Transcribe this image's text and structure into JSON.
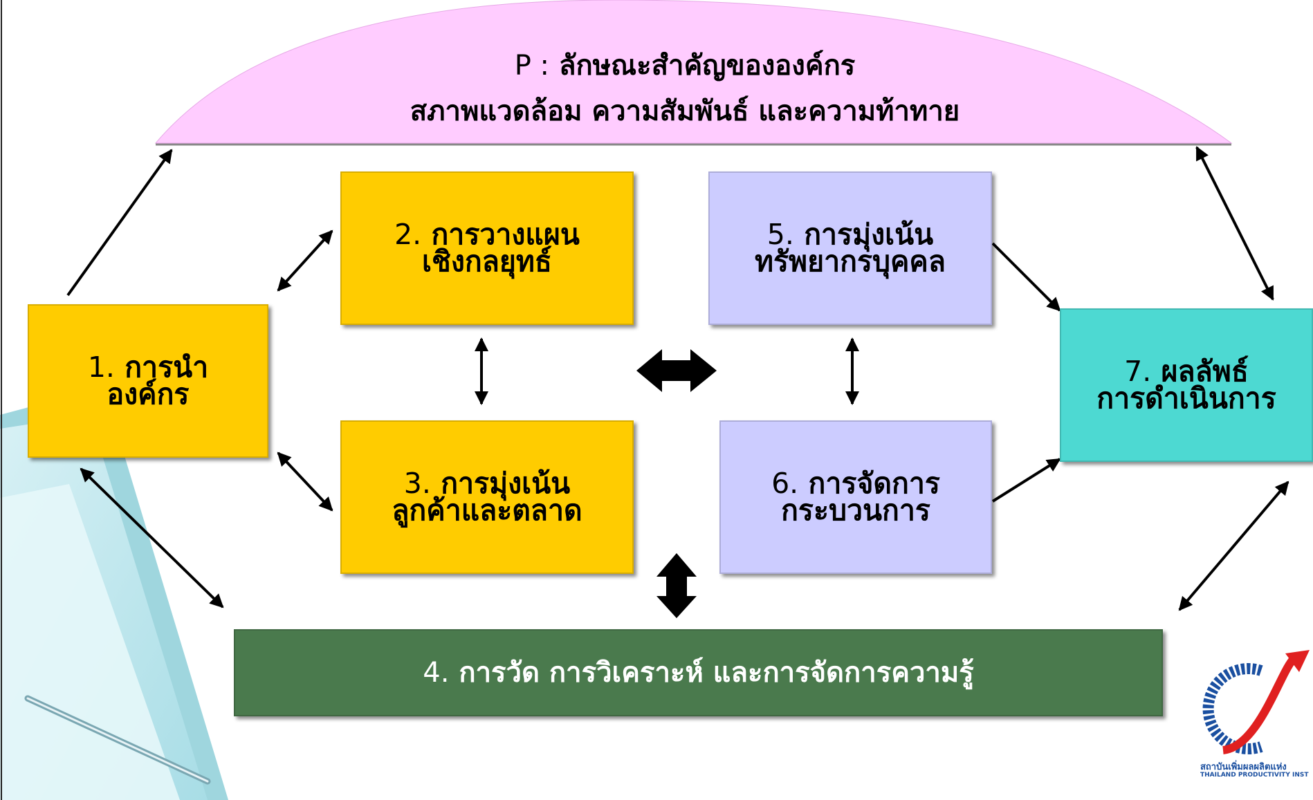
{
  "header": {
    "prefix": "P :",
    "line1": "ลักษณะสำคัญขององค์กร",
    "line2": "สภาพแวดล้อม ความสัมพันธ์ และความท้าทาย"
  },
  "boxes": {
    "b1": {
      "num": "1.",
      "line1": "การนำ",
      "line2": "องค์กร"
    },
    "b2": {
      "num": "2.",
      "line1": "การวางแผน",
      "line2": "เชิงกลยุทธ์"
    },
    "b3": {
      "num": "3.",
      "line1": "การมุ่งเน้น",
      "line2": "ลูกค้าและตลาด"
    },
    "b4": {
      "num": "4.",
      "line1": "การวัด การวิเคราะห์ และการจัดการความรู้"
    },
    "b5": {
      "num": "5.",
      "line1": "การมุ่งเน้น",
      "line2": "ทรัพยากรบุคคล"
    },
    "b6": {
      "num": "6.",
      "line1": "การจัดการ",
      "line2": "กระบวนการ"
    },
    "b7": {
      "num": "7.",
      "line1": "ผลลัพธ์",
      "line2": "การดำเนินการ"
    }
  },
  "logo": {
    "thai_name": "สถาบันเพิ่มผลผลิตแห่ง",
    "english_name": "THAILAND PRODUCTIVITY INST"
  },
  "colors": {
    "header_fill": "#ffccff",
    "yellow_box": "#ffcc00",
    "lilac_box": "#ccccff",
    "teal_box": "#4dd9d2",
    "green_box": "#4a7a4d",
    "logo_blue": "#1a4fa0",
    "logo_red": "#e02020"
  }
}
